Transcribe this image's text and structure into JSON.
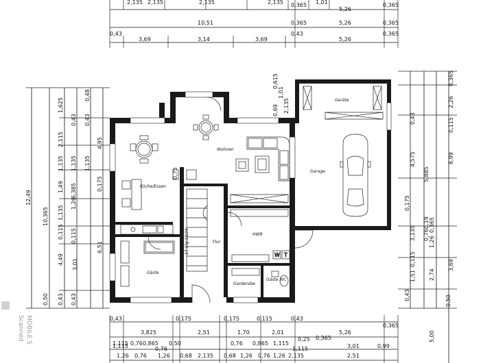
{
  "plan": {
    "rooms": {
      "wohnen": "Wohnen",
      "kueche": "Küche/Essen",
      "garage": "Garage",
      "geraete": "Geräte",
      "hwr": "HWR",
      "flur": "Flur",
      "gaeste": "Gäste",
      "gaeste_wc": "Gäste WC",
      "garderobe": "Garderobe",
      "stairs": "17 Stg.18/24"
    },
    "top_dims": {
      "row1": [
        "2,135",
        "2,135",
        "2,135",
        "2,135",
        "0,365",
        "1,01",
        "5,26",
        "0,365"
      ],
      "row2": [
        "10,51",
        "0,365",
        "5,26",
        "0,365"
      ],
      "row3": [
        "0,43",
        "3,69",
        "3,14",
        "3,69",
        "0,43",
        "5,26",
        "0,365"
      ]
    },
    "inner_dims": {
      "bay_small": "0,615",
      "bay_1": "1,01",
      "bay_2": "2,135",
      "bay_3": "0,69",
      "w_075": "0,75"
    },
    "left_dims": {
      "outer": "12,49",
      "col2": [
        "10,365",
        "0,50"
      ],
      "col3": [
        "1,625",
        "2,115",
        "1,135",
        "1,49",
        "1,135",
        "0,115",
        "4,49",
        "3,01",
        "0,43"
      ],
      "col3b": [
        "1,135",
        "1,26",
        "0,115"
      ],
      "col4": [
        "0,43",
        "0,43",
        "1,135",
        "6,385",
        "0,43"
      ],
      "col5": [
        "0,48",
        "4,95",
        "0,175",
        "6,51"
      ]
    },
    "right_dims": {
      "col1": [
        "0,365",
        "2,26",
        "0,115",
        "8,99"
      ],
      "col2": [
        "0,43",
        "4,575",
        "5,885",
        "0,175",
        "3,135",
        "0,19",
        "0,76",
        "0,365",
        "1,26"
      ],
      "col3": [
        "0,115",
        "1,51",
        "2,74",
        "3,69",
        "0,43",
        "0,50",
        "5,00"
      ]
    },
    "bottom_dims": {
      "row1": [
        "0,43",
        "3,825",
        "0,175",
        "2,51",
        "0,175",
        "0,115",
        "0,43",
        "5,26",
        "0,365"
      ],
      "row2": [
        "1,115",
        "0,76",
        "0,865",
        "0,50",
        "1,70",
        "2,01",
        "0,25",
        "0,365",
        "3,01",
        "0,99"
      ],
      "row3": [
        "1,26",
        "0,76",
        "1,26",
        "0,68",
        "2,135",
        "0,68",
        "1,26",
        "0,76",
        "1,26",
        "2,135",
        "2,51"
      ],
      "row2b": [
        "1,115",
        "0,76",
        "0,76",
        "0,865",
        "1,115",
        "1,115"
      ]
    },
    "watermark": [
      "Scanned",
      "MOBILE S"
    ],
    "stove_marks": [
      "W",
      "T"
    ]
  }
}
